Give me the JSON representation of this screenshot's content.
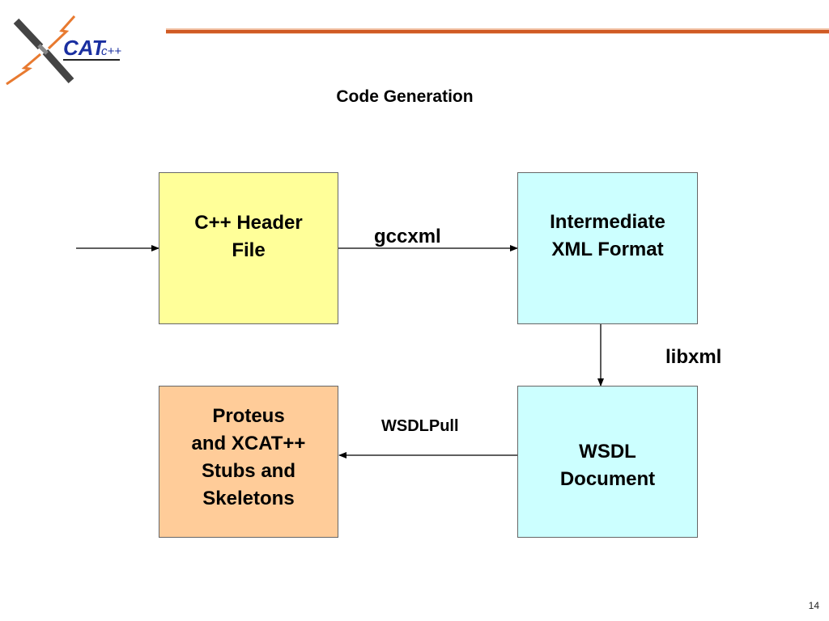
{
  "header": {
    "logo": {
      "text_main": "CAT",
      "text_sub": "c++",
      "icon": "xcat-logo-icon"
    },
    "accent_color": "#d05a24"
  },
  "slide": {
    "title": "Code Generation",
    "page_number": "14"
  },
  "diagram": {
    "nodes": [
      {
        "id": "cpp-header",
        "label": "C++ Header\nFile",
        "fill": "#ffff99"
      },
      {
        "id": "intermediate-xml",
        "label": "Intermediate\nXML Format",
        "fill": "#ccffff"
      },
      {
        "id": "wsdl-document",
        "label": "WSDL\nDocument",
        "fill": "#ccffff"
      },
      {
        "id": "proteus-stubs",
        "label": "Proteus\nand XCAT++\nStubs and\nSkeletons",
        "fill": "#ffcc99"
      }
    ],
    "edges": [
      {
        "from": "external-input",
        "to": "cpp-header",
        "label": ""
      },
      {
        "from": "cpp-header",
        "to": "intermediate-xml",
        "label": "gccxml"
      },
      {
        "from": "intermediate-xml",
        "to": "wsdl-document",
        "label": "libxml"
      },
      {
        "from": "wsdl-document",
        "to": "proteus-stubs",
        "label": "WSDLPull"
      }
    ]
  }
}
